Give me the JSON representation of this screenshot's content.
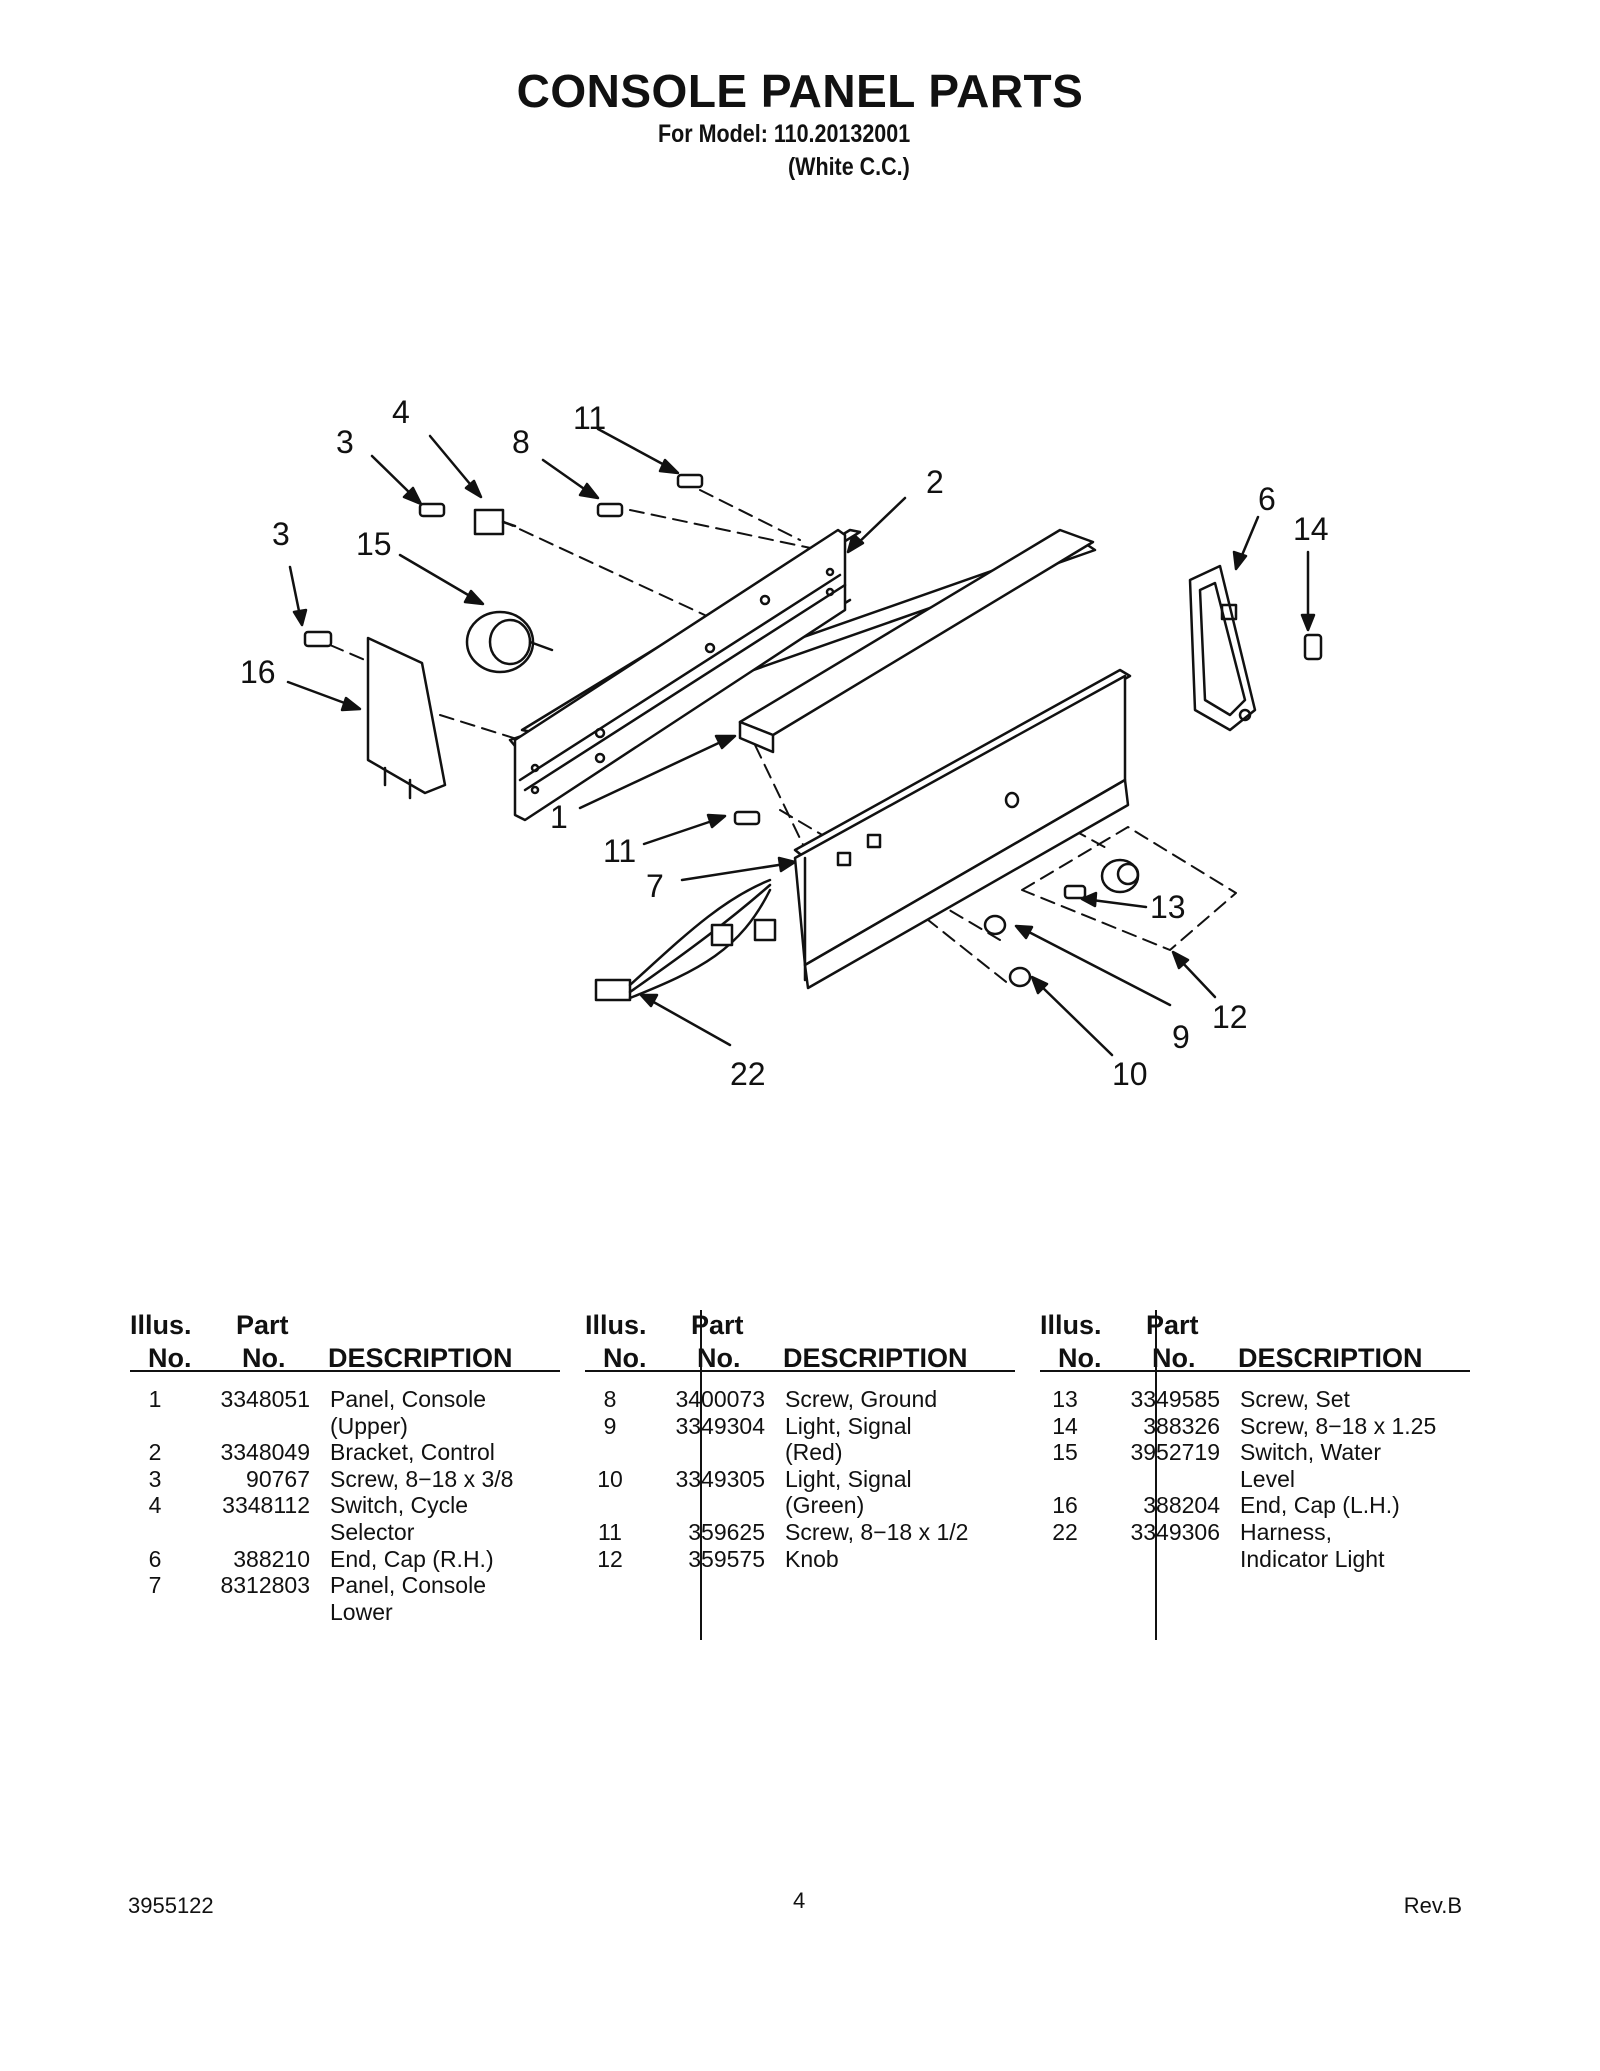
{
  "header": {
    "title": "CONSOLE PANEL PARTS",
    "model_line": "For Model: 110.20132001",
    "variant_line": "(White C.C.)"
  },
  "diagram": {
    "callouts": [
      "3",
      "4",
      "8",
      "11",
      "2",
      "6",
      "14",
      "3",
      "15",
      "16",
      "1",
      "11",
      "7",
      "13",
      "12",
      "9",
      "10",
      "22"
    ]
  },
  "table": {
    "headers": {
      "illus_line1": "Illus.",
      "illus_line2": "No.",
      "part_line1": "Part",
      "part_line2": "No.",
      "description": "DESCRIPTION"
    },
    "columns": [
      [
        {
          "illus": "1",
          "part": "3348051",
          "desc": "Panel, Console",
          "desc2": "(Upper)"
        },
        {
          "illus": "2",
          "part": "3348049",
          "desc": "Bracket, Control",
          "desc2": ""
        },
        {
          "illus": "3",
          "part": "90767",
          "desc": "Screw, 8−18 x 3/8",
          "desc2": ""
        },
        {
          "illus": "4",
          "part": "3348112",
          "desc": "Switch, Cycle",
          "desc2": "Selector"
        },
        {
          "illus": "6",
          "part": "388210",
          "desc": "End, Cap (R.H.)",
          "desc2": ""
        },
        {
          "illus": "7",
          "part": "8312803",
          "desc": "Panel, Console",
          "desc2": "Lower"
        }
      ],
      [
        {
          "illus": "8",
          "part": "3400073",
          "desc": "Screw, Ground",
          "desc2": ""
        },
        {
          "illus": "9",
          "part": "3349304",
          "desc": "Light, Signal",
          "desc2": "(Red)"
        },
        {
          "illus": "10",
          "part": "3349305",
          "desc": "Light, Signal",
          "desc2": "(Green)"
        },
        {
          "illus": "11",
          "part": "359625",
          "desc": "Screw, 8−18 x 1/2",
          "desc2": ""
        },
        {
          "illus": "12",
          "part": "359575",
          "desc": "Knob",
          "desc2": ""
        }
      ],
      [
        {
          "illus": "13",
          "part": "3349585",
          "desc": "Screw, Set",
          "desc2": ""
        },
        {
          "illus": "14",
          "part": "388326",
          "desc": "Screw, 8−18 x 1.25",
          "desc2": ""
        },
        {
          "illus": "15",
          "part": "3952719",
          "desc": "Switch, Water",
          "desc2": "Level"
        },
        {
          "illus": "16",
          "part": "388204",
          "desc": "End, Cap (L.H.)",
          "desc2": ""
        },
        {
          "illus": "22",
          "part": "3349306",
          "desc": "Harness,",
          "desc2": "Indicator Light"
        }
      ]
    ]
  },
  "footer": {
    "doc_number": "3955122",
    "page_number": "4",
    "revision": "Rev.B"
  }
}
